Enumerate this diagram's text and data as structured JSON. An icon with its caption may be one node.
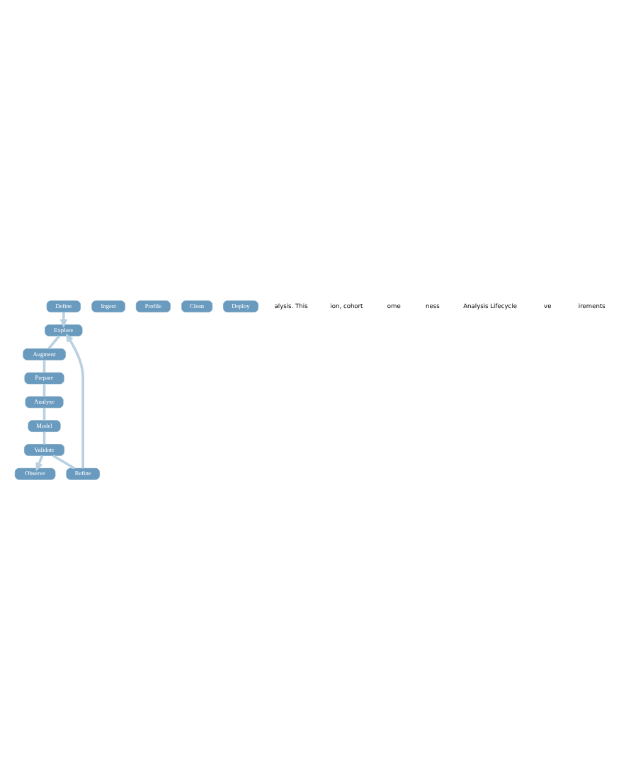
{
  "diagram": {
    "nodes": [
      {
        "text": [
          "Define"
        ]
      },
      {
        "text": [
          "Ingest"
        ]
      },
      {
        "text": [
          "Profile"
        ]
      },
      {
        "text": [
          "Clean"
        ]
      },
      {
        "text": [
          "Explore"
        ]
      },
      {
        "text": [
          "Augment"
        ]
      },
      {
        "text": [
          "Prepare"
        ]
      },
      {
        "text": [
          "Analyze"
        ]
      },
      {
        "text": [
          "Model"
        ]
      },
      {
        "text": [
          "Validate"
        ]
      },
      {
        "text": [
          "Refine"
        ]
      },
      {
        "text": [
          "Deploy"
        ]
      },
      {
        "text": [
          "Observe"
        ]
      }
    ],
    "edges": [
      {
        "from": 0,
        "to": 4,
        "arrow": "to"
      },
      {
        "from": 4,
        "to": 5,
        "arrow": "none"
      },
      {
        "from": 5,
        "to": 6,
        "arrow": "none"
      },
      {
        "from": 6,
        "to": 7,
        "arrow": "none"
      },
      {
        "from": 7,
        "to": 8,
        "arrow": "none"
      },
      {
        "from": 8,
        "to": 9,
        "arrow": "none"
      },
      {
        "from": 9,
        "to": 10,
        "arrow": "none"
      },
      {
        "from": 10,
        "to": 4,
        "arrow": "to"
      },
      {
        "from": 9,
        "to": 12,
        "arrow": "to"
      }
    ],
    "labels": [
      "alysis. This",
      "ion, cohort",
      "ome",
      "ness",
      "Analysis Lifecycle",
      "ve",
      "irements"
    ]
  }
}
